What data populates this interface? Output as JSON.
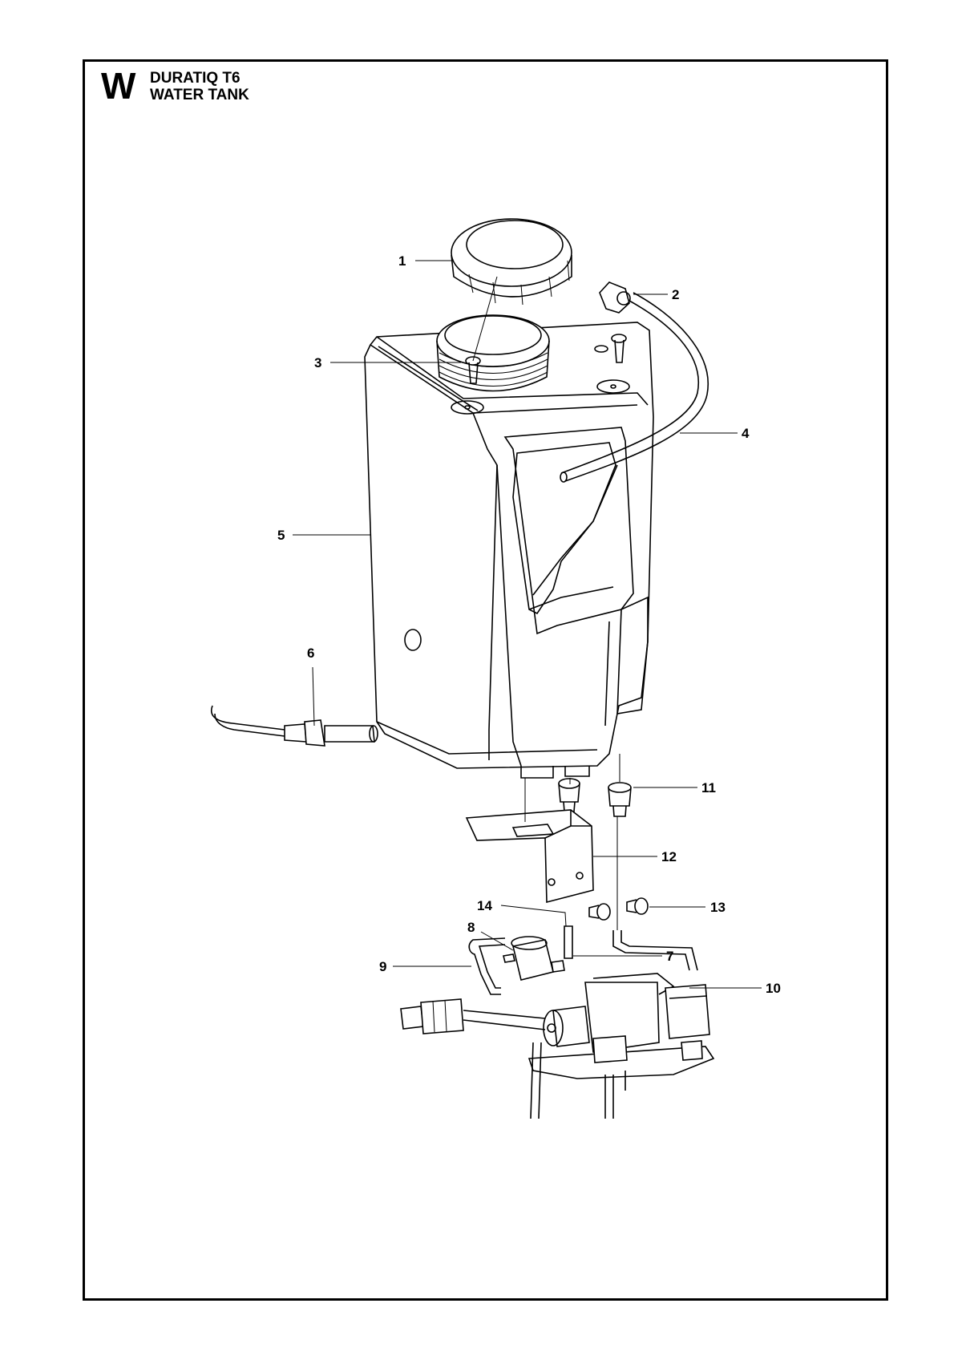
{
  "header": {
    "section_letter": "W",
    "title_line1": "DURATIQ T6",
    "title_line2": "WATER TANK"
  },
  "callouts": [
    {
      "id": "1",
      "label": "1"
    },
    {
      "id": "2",
      "label": "2"
    },
    {
      "id": "3",
      "label": "3"
    },
    {
      "id": "4",
      "label": "4"
    },
    {
      "id": "5",
      "label": "5"
    },
    {
      "id": "6",
      "label": "6"
    },
    {
      "id": "7",
      "label": "7"
    },
    {
      "id": "8",
      "label": "8"
    },
    {
      "id": "9",
      "label": "9"
    },
    {
      "id": "10",
      "label": "10"
    },
    {
      "id": "11",
      "label": "11"
    },
    {
      "id": "12",
      "label": "12"
    },
    {
      "id": "13",
      "label": "13"
    },
    {
      "id": "14",
      "label": "14"
    }
  ],
  "colors": {
    "line": "#000000",
    "background": "#ffffff"
  }
}
